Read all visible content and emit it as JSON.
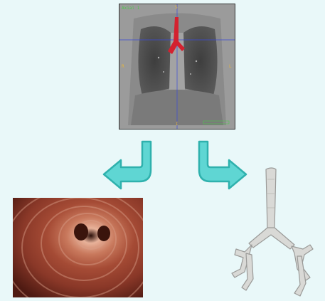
{
  "ct_view": {
    "title": "Axial 1",
    "orient_top": "S",
    "orient_bottom": "I",
    "orient_left": "R",
    "orient_right": "L",
    "colors": {
      "background": "#9b9b9b",
      "airway": "#d4212f",
      "crosshair": "#3a4ad9"
    }
  },
  "arrows": {
    "left": {
      "direction": "down-left",
      "color": "#5fd6d3"
    },
    "right": {
      "direction": "down-right",
      "color": "#5fd6d3"
    }
  },
  "endoscopy_view": {
    "colors": {
      "wall": "#b3563d",
      "highlight": "#e8b29a"
    }
  },
  "airway_model": {
    "colors": {
      "surface": "#d9d9d6"
    }
  }
}
